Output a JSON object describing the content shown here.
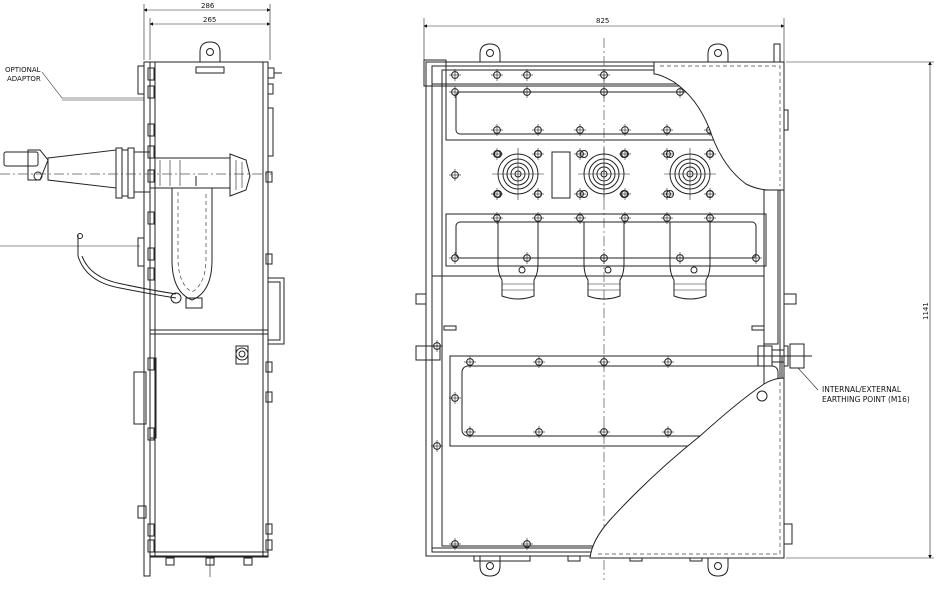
{
  "side_view": {
    "dim_overall": "286",
    "dim_body": "265",
    "label_adaptor_line1": "OPTIONAL",
    "label_adaptor_line2": "ADAPTOR"
  },
  "front_view": {
    "dim_width": "825",
    "dim_height": "1141",
    "label_earth_line1": "INTERNAL/EXTERNAL",
    "label_earth_line2": "EARTHING POINT (M16)"
  }
}
